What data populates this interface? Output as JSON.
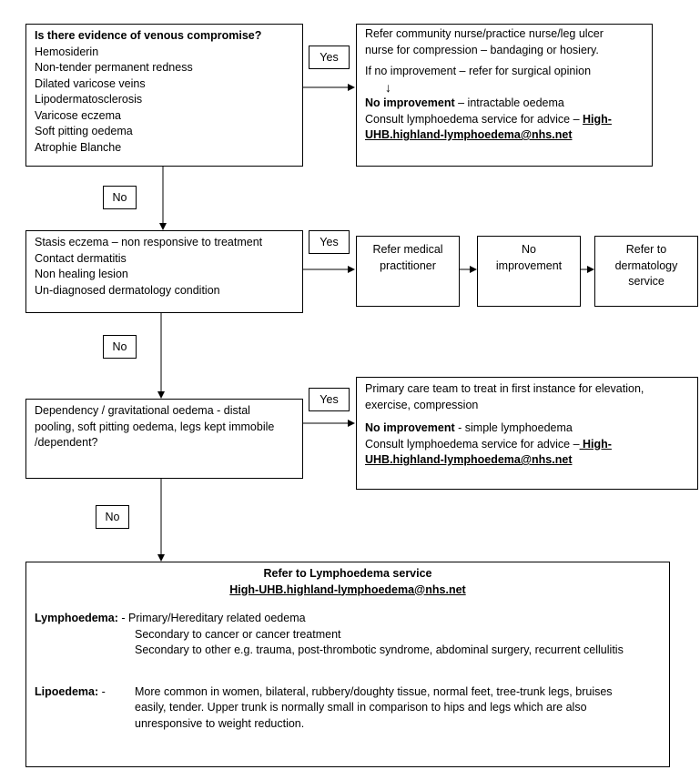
{
  "box1": {
    "title": "Is there evidence of venous compromise?",
    "items": [
      "Hemosiderin",
      "Non-tender permanent redness",
      "Dilated varicose veins",
      "Lipodermatosclerosis",
      "Varicose eczema",
      "Soft pitting oedema",
      "Atrophie Blanche"
    ]
  },
  "yes1": "Yes",
  "r1": {
    "line1": "Refer community nurse/practice nurse/leg ulcer",
    "line2": "nurse for compression – bandaging or hosiery.",
    "line3": "If no improvement – refer for surgical opinion",
    "arrow": "↓",
    "noimp_bold": "No improvement",
    "noimp_rest": " – intractable oedema",
    "consult": "Consult lymphoedema service for advice – ",
    "email_a": "High-",
    "email_b": "UHB.highland-lymphoedema@nhs.net"
  },
  "no1": "No",
  "box2": {
    "items": [
      "Stasis eczema – non responsive to treatment",
      "Contact dermatitis",
      "Non healing lesion",
      "Un-diagnosed dermatology condition"
    ]
  },
  "yes2": "Yes",
  "s1": [
    "Refer medical",
    "practitioner"
  ],
  "s2": [
    "No",
    "improvement"
  ],
  "s3": [
    "Refer to",
    "dermatology",
    "service"
  ],
  "no2": "No",
  "box3": {
    "lines": [
      "Dependency / gravitational oedema - distal",
      "pooling, soft pitting oedema, legs kept immobile",
      "/dependent?"
    ]
  },
  "yes3": "Yes",
  "r3": {
    "line1": "Primary care team to treat in first instance for elevation,",
    "line2": "exercise, compression",
    "noimp_bold": "No improvement",
    "noimp_rest": " - simple lymphoedema",
    "consult": "Consult lymphoedema service for advice –",
    "email_a": " High-",
    "email_b": "UHB.highland-lymphoedema@nhs.net"
  },
  "no3": "No",
  "final": {
    "title": "Refer to Lymphoedema service",
    "email": "High-UHB.highland-lymphoedema@nhs.net",
    "lymph_label": "Lymphoedema:",
    "lymph_dash": " - ",
    "lymph_items": [
      "Primary/Hereditary related oedema",
      "Secondary to cancer or cancer treatment",
      "Secondary to other e.g. trauma, post-thrombotic syndrome, abdominal surgery, recurrent cellulitis"
    ],
    "lipo_label": "Lipoedema:",
    "lipo_dash": " -",
    "lipo_lines": [
      "More common in women, bilateral, rubbery/doughty tissue, normal feet, tree-trunk legs, bruises",
      "easily, tender. Upper trunk is normally small in comparison to hips and legs which are also",
      "unresponsive to weight reduction."
    ]
  }
}
